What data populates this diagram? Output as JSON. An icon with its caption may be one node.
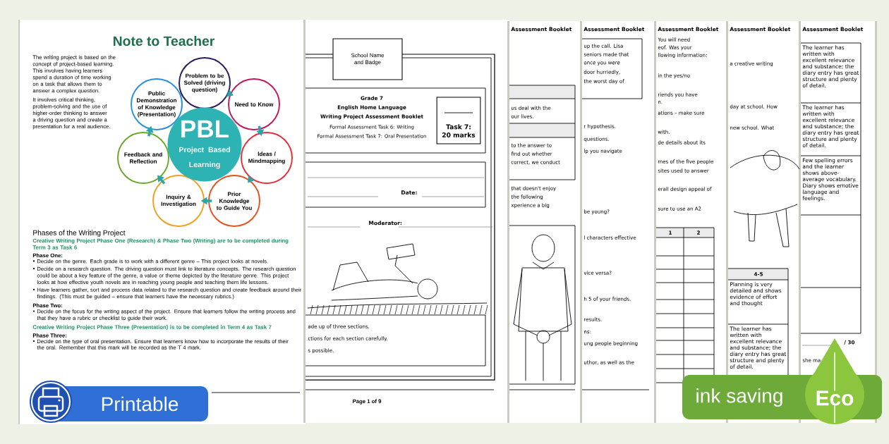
{
  "diagram": {
    "title": "Note to Teacher",
    "nodes": [
      {
        "text": [
          "Problem to be Solved (driving question)"
        ]
      },
      {
        "text": [
          "Need to Know"
        ]
      },
      {
        "text": [
          "Ideas / Mindmapping"
        ]
      },
      {
        "text": [
          "Prior Knowledge to Guide You"
        ]
      },
      {
        "text": [
          "Inquiry & Investigation"
        ]
      },
      {
        "text": [
          "Feedback and Reflection"
        ]
      },
      {
        "text": [
          "Public Demonstration of Knowledge (Presentation)"
        ]
      },
      {
        "text": [
          "PBL",
          "Project Based Learning"
        ]
      },
      {
        "text": [
          "School Name and Badge"
        ]
      },
      {
        "text": [
          "Task 7: 20 marks"
        ]
      }
    ],
    "edges": [
      {
        "from": 0,
        "to": 1,
        "arrow": "to"
      },
      {
        "from": 1,
        "to": 2,
        "arrow": "to"
      },
      {
        "from": 2,
        "to": 3,
        "arrow": "to"
      },
      {
        "from": 3,
        "to": 4,
        "arrow": "to"
      },
      {
        "from": 4,
        "to": 5,
        "arrow": "to"
      },
      {
        "from": 5,
        "to": 6,
        "arrow": "to"
      }
    ],
    "labels": [
      "The writing project is based on the concept of project-based learning. This involves having learners spend a duration of time working on a task that allows them to answer a complex question.",
      "It involves critical thinking, problem-solving and the use of higher-order thinking to answer a driving question and create a presentation for a real audience.",
      "Phases of the Writing Project",
      "Creative Writing Project Phase One (Research) & Phase Two (Writing) are to be completed during Term 3 as Task 6",
      "Phase One:",
      "Decide on the genre. Each grade is to work with a different genre – This project looks at novels.",
      "Decide on a research question. The driving question must link to literature concepts. The research question could be about a key feature of the genre, a value or theme depicted by the literature genre. This project looks at how effective youth novels are in reaching young people and teaching them life lessons.",
      "Have learners gather, sort and process data related to the research question and create feedback around their findings. (This must be guided – ensure that learners have the necessary rubrics.)",
      "Phase Two:",
      "Decide on the focus for the writing aspect of the project. Ensure that learners follow the writing process and that they have a rubric or checklist to guide their work.",
      "Creative Writing Project Phase Three (Presentation) is to be completed in Term 4 as Task 7",
      "Phase Three:",
      "Decide on the type of oral presentation. Ensure that learners know how to incorporate the results of their",
      "the oral. Remember that this mark will be recorded as the T 4 mark.",
      "Grade 7",
      "English Home Language",
      "Writing Project Assessment Booklet",
      "Formal Assessment Task 6: Writing",
      "Formal Assessment Task 7: Oral Presentation",
      "Date:",
      "Moderator:",
      "ade up of three sections.",
      "ctions for each section carefully.",
      "s possible.",
      "Page 1 of 9",
      "Assessment Booklet",
      "us deal with the",
      "our lives.",
      "to the answer to",
      "find out whether",
      "correct, we conduct",
      "that doesn't enjoy",
      "the following",
      "xperience a big",
      "Assessment Booklet",
      "up the call. Lisa",
      "seniors made that",
      "once you were",
      "door hurriedly,",
      "the worst day of",
      "r hypothesis.",
      "questions.",
      "lp you navigate",
      "be young?",
      "l characters effective",
      "vice versa?",
      "h 5 of your friends.",
      "results.",
      "ns:",
      "ung people beginning",
      "uthor, as well as the",
      "Assessment Booklet",
      "You will need",
      "eof. Was your",
      "llowing information:",
      "in the yes/no",
      "riends you have",
      "n.",
      "ations – make sure",
      "with.",
      "de details about its",
      "mes of the five people",
      "sites used to answer",
      "erall design appeal of",
      "sure to use an A2",
      "1",
      "2",
      "Assessment Booklet",
      "a creative writing",
      "day at school. How",
      "new school. What",
      "4-5",
      "Planning is very detailed and shows evidence of effort and thought",
      "The learner has written with excellent relevance and substance; the diary entry has great structure and plenty of detail.",
      "Assessment Booklet",
      "The learner has written with excellent relevance and substance; the diary entry has great structure and plenty of detail.",
      "The learner has written with excellent relevance and substance; the diary entry has great structure and plenty of detail.",
      "Few spelling errors and the learner shows above-average vocabulary. Diary shows emotive language and feelings.",
      "/ 30",
      "she ma",
      "Printable",
      "ink saving",
      "Eco"
    ]
  }
}
